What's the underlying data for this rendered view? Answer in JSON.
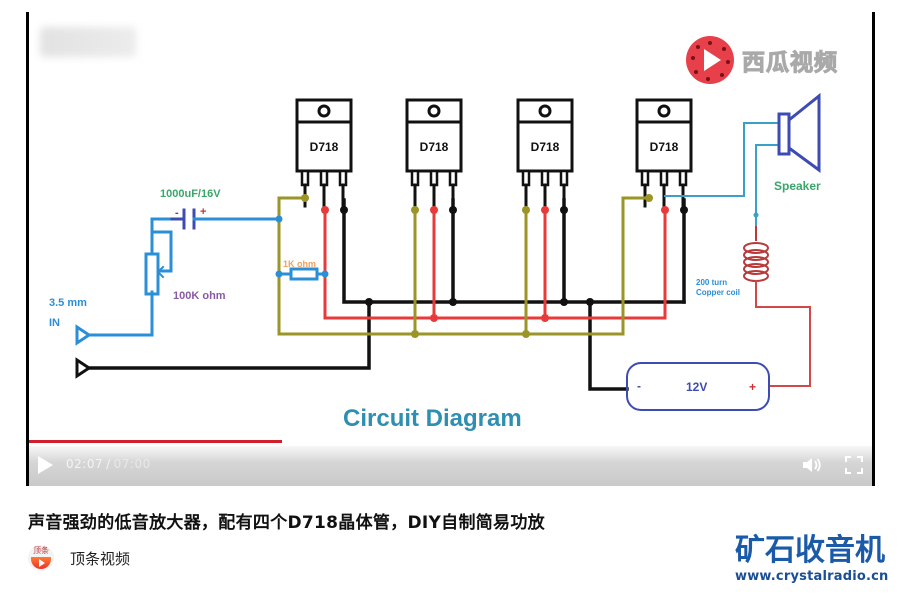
{
  "player": {
    "watermark_text": "西瓜视频",
    "progress_percent": 30,
    "current_time": "02:07",
    "duration": "07:00",
    "controls": {
      "play_icon": "play-icon",
      "volume_icon": "volume-icon",
      "fullscreen_icon": "fullscreen-icon"
    }
  },
  "diagram": {
    "heading": "Circuit Diagram",
    "transistor_label": "D718",
    "transistors": [
      "D718",
      "D718",
      "D718",
      "D718"
    ],
    "capacitor_label": "1000uF/16V",
    "capacitor_minus": "-",
    "capacitor_plus": "+",
    "pot_label": "100K ohm",
    "resistor_label": "1K ohm",
    "input_label_line1": "3.5 mm",
    "input_label_line2": "IN",
    "speaker_label": "Speaker",
    "coil_label_line1": "200 turn",
    "coil_label_line2": "Copper coil",
    "battery_label": "12V",
    "battery_minus": "-",
    "battery_plus": "+",
    "colors": {
      "blue": "#2a8fd6",
      "olive": "#9a9526",
      "red": "#e83a3a",
      "black": "#111111",
      "green_text": "#3aa66a",
      "purple_text": "#8a5aa8",
      "orange_text": "#f0a060",
      "heading": "#2f8fb0",
      "speaker": "#3d4bb3",
      "coil": "#b83a3a",
      "battery_border": "#3d4bb3"
    }
  },
  "video_title": "声音强劲的低音放大器，配有四个D718晶体管，DIY自制简易功放",
  "channel": {
    "avatar_text": "顶条",
    "name": "顶条视频"
  },
  "brand": {
    "name": "矿石收音机",
    "url": "www.crystalradio.cn"
  }
}
